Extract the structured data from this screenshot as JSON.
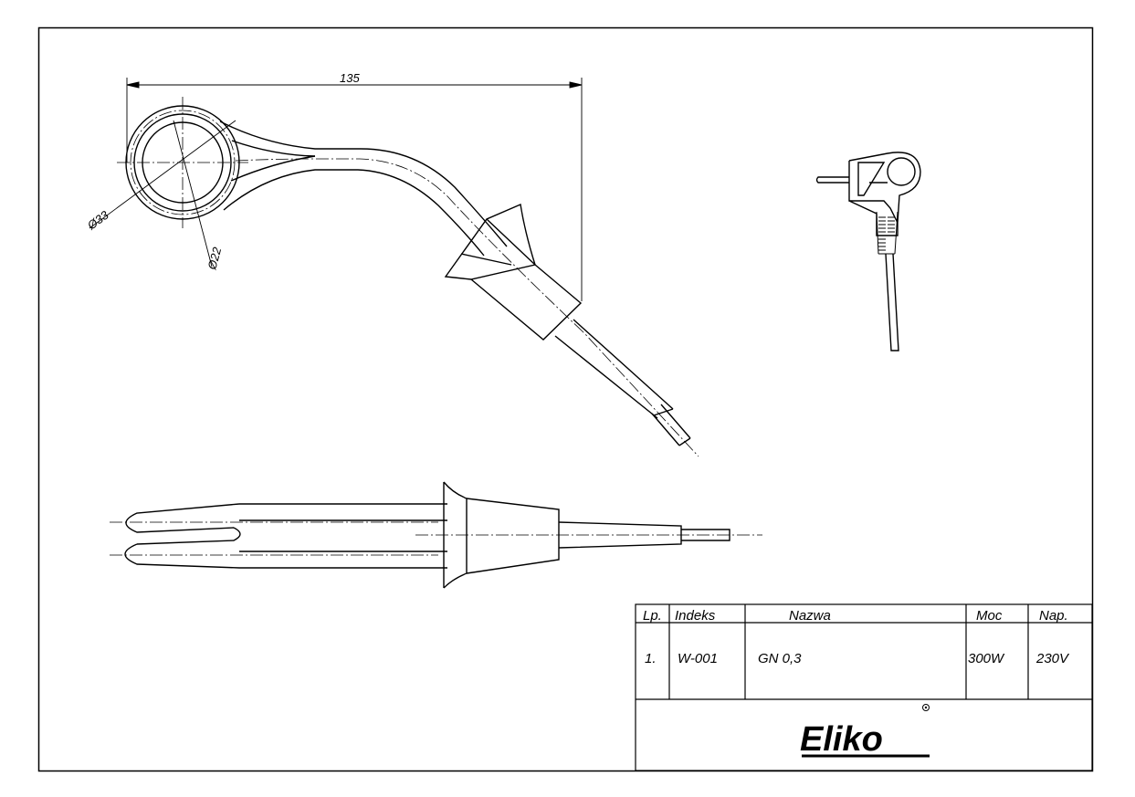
{
  "drawing": {
    "dimensions": {
      "length": "135",
      "outer_diameter": "Ø33",
      "inner_diameter": "Ø22"
    }
  },
  "title_block": {
    "headers": {
      "lp": "Lp.",
      "indeks": "Indeks",
      "nazwa": "Nazwa",
      "moc": "Moc",
      "nap": "Nap."
    },
    "rows": [
      {
        "lp": "1.",
        "indeks": "W-001",
        "nazwa": "GN 0,3",
        "moc": "300W",
        "nap": "230V"
      }
    ],
    "logo": "Eliko"
  }
}
